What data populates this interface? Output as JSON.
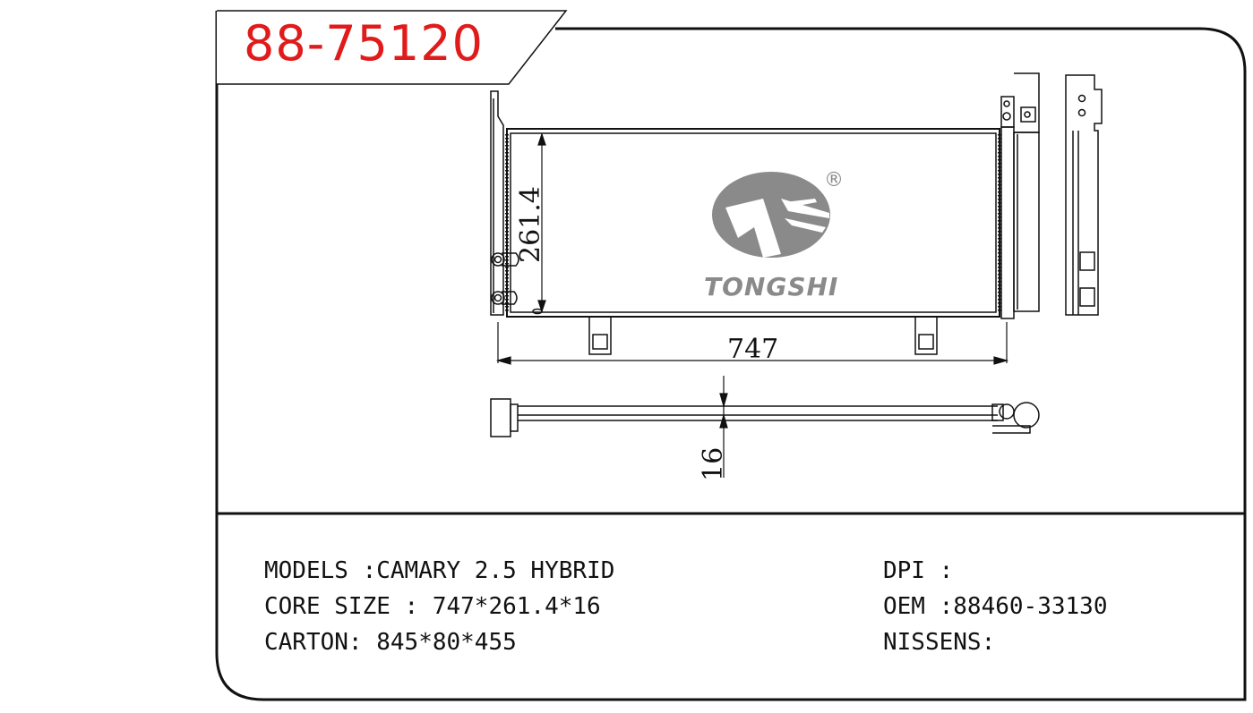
{
  "part_number": "88-75120",
  "brand": {
    "name": "TONGSHI",
    "registered_mark": "®",
    "logo_color": "#8a8a8a"
  },
  "dimensions": {
    "width": "747",
    "height": "261.4",
    "thickness": "16"
  },
  "specs": {
    "models_label": "MODELS :",
    "models_value": "CAMARY 2.5 HYBRID",
    "core_size_label": "CORE SIZE : ",
    "core_size_value": "747*261.4*16",
    "carton_label": "CARTON: ",
    "carton_value": "845*80*455",
    "dpi_label": "DPI :",
    "dpi_value": "",
    "oem_label": "OEM :",
    "oem_value": "88460-33130",
    "nissens_label": "NISSENS:",
    "nissens_value": ""
  },
  "colors": {
    "part_number": "#e01b1b",
    "lines": "#111111"
  }
}
